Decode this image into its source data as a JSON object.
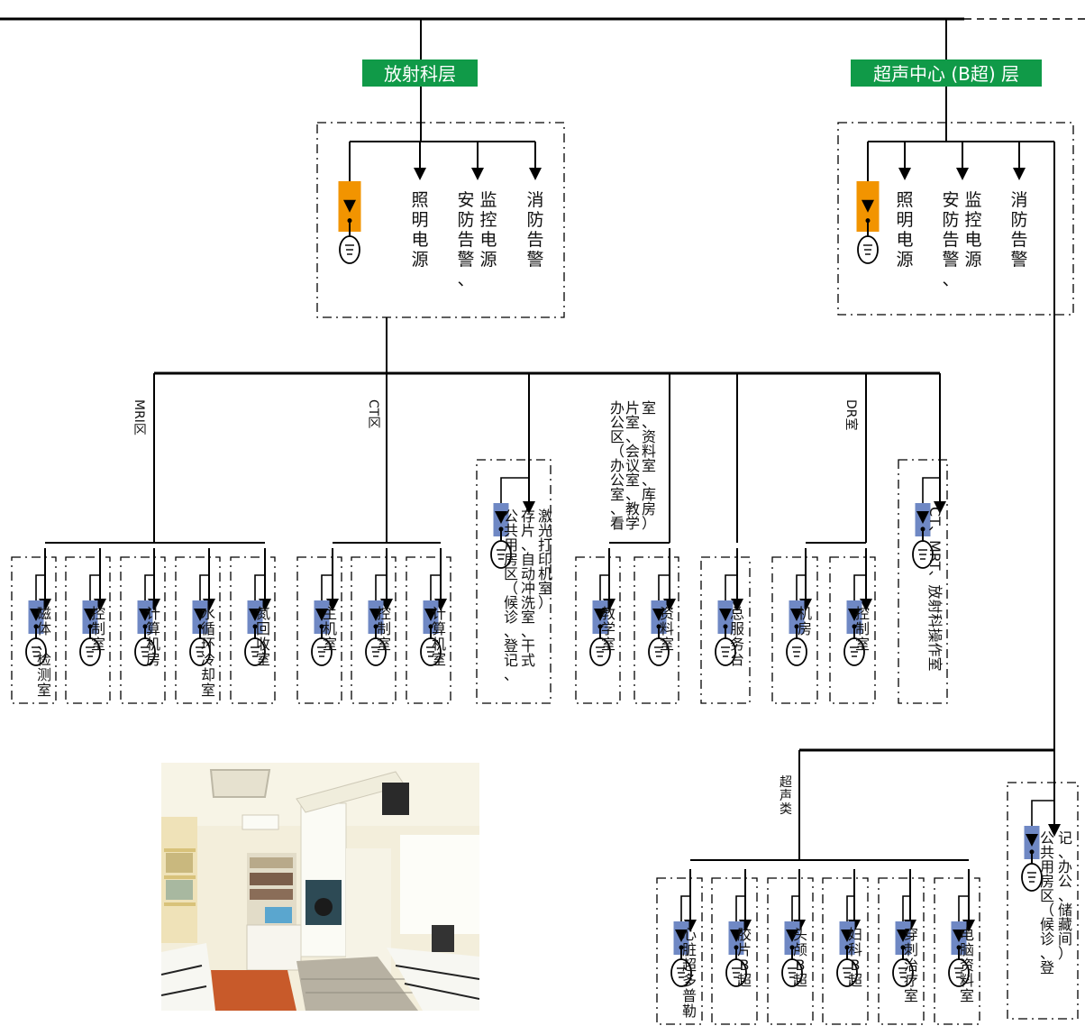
{
  "colors": {
    "floor_label_bg": "#109a48",
    "main_breaker": "#f29400",
    "branch_breaker": "#6f88c4",
    "line": "#000000"
  },
  "floors": [
    {
      "id": "radiology",
      "label": "放射科层",
      "services": [
        "照明电源",
        "安防告警、",
        "监控电源",
        "消防告警"
      ]
    },
    {
      "id": "ultrasound",
      "label": "超声中心 (B超) 层",
      "services": [
        "照明电源",
        "安防告警、",
        "监控电源",
        "消防告警"
      ]
    }
  ],
  "radiology_branches": [
    {
      "label": "MRI区",
      "rooms": [
        "磁体、检测室",
        "控制室",
        "计算机房",
        "水循环冷却室",
        "氮回收室"
      ]
    },
    {
      "label": "CT区",
      "rooms": [
        "主机室",
        "控制室",
        "计算机室"
      ]
    },
    {
      "label": "",
      "rooms": [
        "激光打印机室）存片、自动冲洗室、干式",
        "公共用房区（候诊、登记、"
      ]
    },
    {
      "label": "办公区（办公室、看片室、会议室、教学室、资料室、库房）",
      "rooms": [
        "教学室",
        "资料室"
      ]
    },
    {
      "label": "",
      "rooms": [
        "总服务台"
      ]
    },
    {
      "label": "DR室",
      "rooms": [
        "机房",
        "控制室"
      ]
    },
    {
      "label": "",
      "rooms": [
        "CT、MRT、放射科操作室"
      ]
    }
  ],
  "ultrasound_branches": [
    {
      "label": "超声类",
      "rooms": [
        "心脏超多普勒",
        "胶片B超",
        "头颅B超",
        "妇科B超",
        "穿刺治疗室",
        "电脑资料室"
      ]
    },
    {
      "label": "",
      "rooms": [
        "公共用房区（候诊、登记、办公、储藏间）"
      ]
    }
  ],
  "text_columns": {
    "laser_room": [
      "激光打印机室）",
      "存片、自动冲洗室、干式",
      "公共用房区（候诊、登记、"
    ],
    "office_area": [
      "室、资料室、库房）",
      "片室、会议室、教学",
      "办公区（办公室、看"
    ],
    "public_us": [
      "记、办公、储藏间）",
      "公共用房区（候诊、登"
    ]
  },
  "photo": {
    "description": "radiology room photo"
  }
}
